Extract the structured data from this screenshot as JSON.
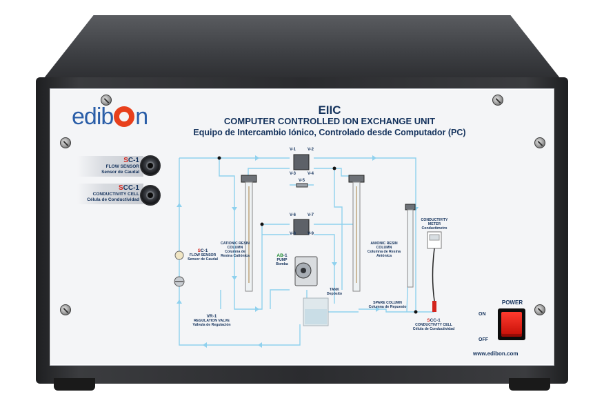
{
  "brand": {
    "logo_text_start": "edib",
    "logo_text_end": "n",
    "website": "www.edibon.com",
    "colors": {
      "primary": "#2a5ea8",
      "accent": "#e8401c",
      "text": "#14325c",
      "flow": "#8fd1ee"
    }
  },
  "header": {
    "code": "EIIC",
    "title_en": "COMPUTER CONTROLLED ION EXCHANGE UNIT",
    "title_es": "Equipo de Intercambio Iónico, Controlado desde Computador (PC)"
  },
  "side_connectors": [
    {
      "tag_prefix": "S",
      "tag_rest": "C-1",
      "label_en": "FLOW SENSOR",
      "label_es": "Sensor de Caudal"
    },
    {
      "tag_prefix": "S",
      "tag_rest": "CC-1",
      "label_en": "CONDUCTIVITY CELL",
      "label_es": "Célula de Conductividad"
    }
  ],
  "diagram": {
    "valves": {
      "v1": "V-1",
      "v2": "V-2",
      "v3": "V-3",
      "v4": "V-4",
      "v5": "V-5",
      "v6": "V-6",
      "v7": "V-7",
      "v8": "V-8",
      "v9": "V-9"
    },
    "flow_sensor": {
      "tag_prefix": "S",
      "tag_rest": "C-1",
      "label_en": "FLOW SENSOR",
      "label_es": "Sensor de Caudal"
    },
    "regulation_valve": {
      "tag": "VR-1",
      "label_en": "REGULATION VALVE",
      "label_es": "Válvula de Regulación"
    },
    "cationic_column": {
      "label_en_1": "CATIONIC RESIN",
      "label_en_2": "COLUMN",
      "label_es_1": "Columna de",
      "label_es_2": "Resina Catiónica"
    },
    "anionic_column": {
      "label_en_1": "ANIONIC RESIN",
      "label_en_2": "COLUMN",
      "label_es_1": "Columna de Resina",
      "label_es_2": "Aniónica"
    },
    "pump": {
      "tag_prefix": "AB",
      "tag_rest": "-1",
      "label_en": "PUMP",
      "label_es": "Bomba"
    },
    "tank": {
      "label_en": "TANK",
      "label_es": "Depósito"
    },
    "spare_column": {
      "label_en": "SPARE COLUMN",
      "label_es": "Columna de Repuesto"
    },
    "conductivity_meter": {
      "label_en_1": "CONDUCTIVITY",
      "label_en_2": "METER",
      "label_es": "Conductímetro"
    },
    "conductivity_cell": {
      "tag_prefix": "S",
      "tag_rest": "CC-1",
      "label_en": "CONDUCTIVITY CELL",
      "label_es": "Célula de Conductividad"
    }
  },
  "power": {
    "title": "POWER",
    "on": "ON",
    "off": "OFF"
  }
}
